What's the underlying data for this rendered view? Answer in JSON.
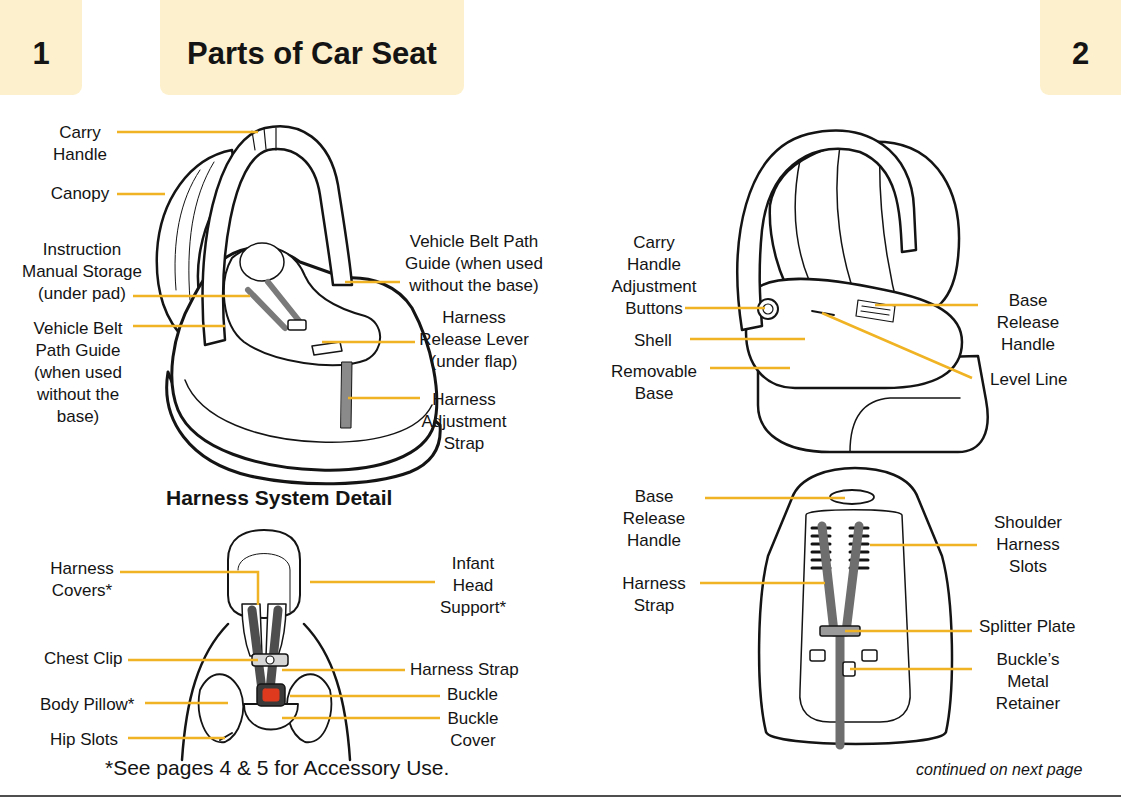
{
  "diagram": {
    "nodes": [
      {
        "text": [
          "1"
        ]
      },
      {
        "text": [
          "Parts of Car Seat"
        ]
      },
      {
        "text": [
          "2"
        ]
      }
    ],
    "labels": [
      "Carry Handle",
      "Canopy",
      "Instruction Manual Storage (under pad)",
      "Vehicle Belt Path Guide (when used without the base)",
      "Vehicle Belt Path Guide (when used without the base)",
      "Harness Release Lever (under flap)",
      "Harness Adjustment Strap",
      "Harness System Detail",
      "Harness Covers*",
      "Infant Head Support*",
      "Chest Clip",
      "Harness Strap",
      "Body Pillow*",
      "Buckle",
      "Hip Slots",
      "Buckle Cover",
      "*See pages 4 & 5 for Accessory Use.",
      "Carry Handle Adjustment Buttons",
      "Shell",
      "Removable Base",
      "Base Release Handle",
      "Level Line",
      "Base Release Handle",
      "Harness Strap",
      "Shoulder Harness Slots",
      "Splitter Plate",
      "Buckle’s Metal Retainer",
      "continued on next page"
    ]
  }
}
